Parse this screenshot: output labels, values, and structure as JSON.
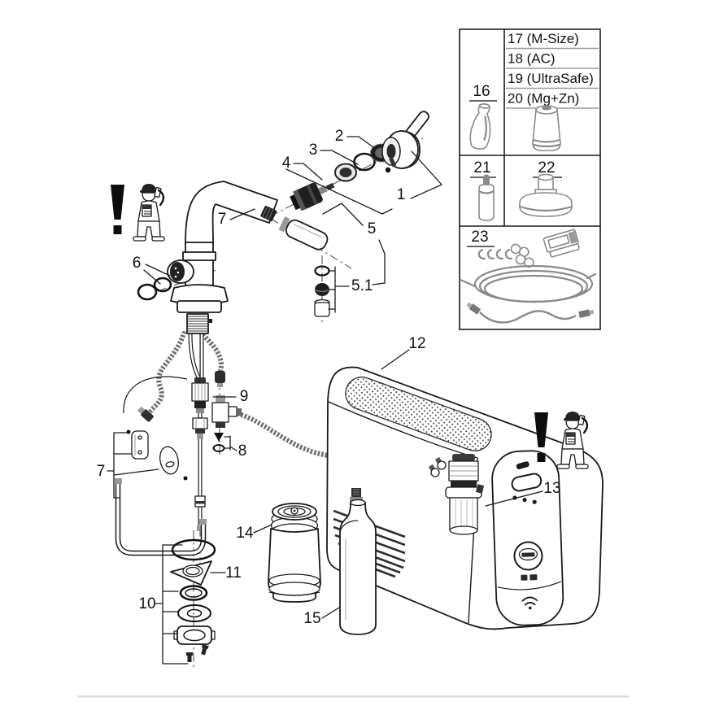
{
  "callouts": {
    "c1": "1",
    "c2": "2",
    "c3": "3",
    "c4": "4",
    "c5": "5",
    "c5_1": "5.1",
    "c6": "6",
    "c7_upper": "7",
    "c7_lower": "7",
    "c8": "8",
    "c9": "9",
    "c10": "10",
    "c11": "11",
    "c12": "12",
    "c13": "13",
    "c14": "14",
    "c15": "15"
  },
  "parts_table": {
    "cell_16": "16",
    "filter_variants": [
      "17 (M-Size)",
      "18 (AC)",
      "19 (UltraSafe)",
      "20 (Mg+Zn)"
    ],
    "cell_21": "21",
    "cell_22": "22",
    "cell_23": "23"
  },
  "icons": {
    "warning_call_service_left": "exclamation-plumber-phone",
    "warning_call_service_right": "exclamation-plumber-phone",
    "cell_16_icon": "finisher-bottle",
    "filter_cartridge_icon": "filter-cartridge",
    "cell_21_icon": "co2-cartridge",
    "cell_22_icon": "filter-head",
    "cell_23_icon": "hose-and-clip-kit",
    "warning_glyph": "!"
  },
  "colors": {
    "line": "#1a1a1a",
    "icon_stroke": "#8a8a8a",
    "dark_part": "#1f1f1f",
    "metal": "#999999",
    "footer_rule": "#dcdcdc",
    "background": "#ffffff"
  }
}
